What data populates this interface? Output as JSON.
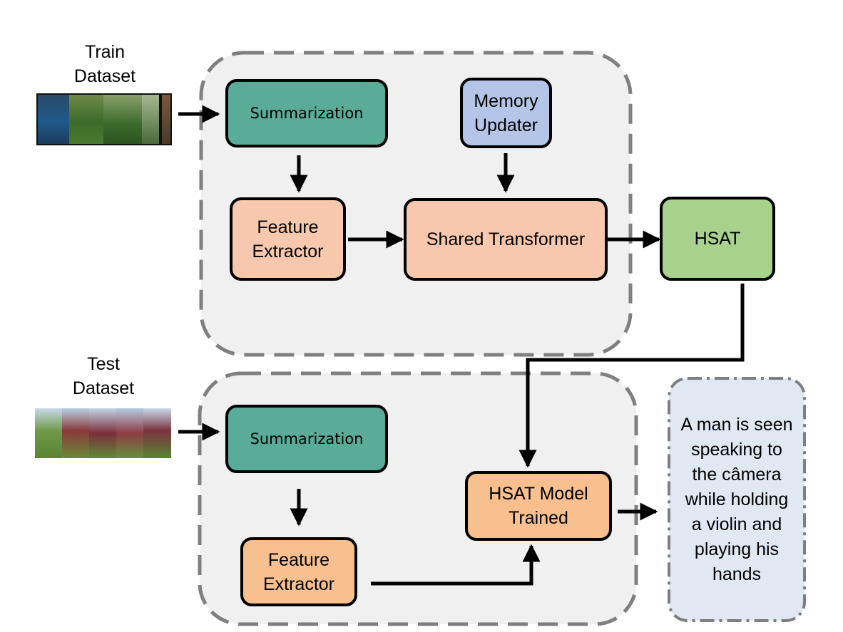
{
  "train": {
    "label_line1": "Train",
    "label_line2": "Dataset"
  },
  "test": {
    "label_line1": "Test",
    "label_line2": "Dataset"
  },
  "nodes": {
    "train_summarization": "Summarization",
    "memory_updater_line1": "Memory",
    "memory_updater_line2": "Updater",
    "train_feature_line1": "Feature",
    "train_feature_line2": "Extractor",
    "shared_transformer": "Shared Transformer",
    "hsat": "HSAT",
    "test_summarization": "Summarization",
    "test_feature_line1": "Feature",
    "test_feature_line2": "Extractor",
    "hsat_trained_line1": "HSAT Model",
    "hsat_trained_line2": "Trained"
  },
  "output_caption": [
    "A man is seen",
    "speaking to",
    "the câmera",
    "while holding",
    "a violin and",
    "playing his",
    "hands"
  ],
  "colors": {
    "panel_fill": "#f0f0f0",
    "panel_border": "#7f7f7f",
    "teal": "#5aab97",
    "salmon": "#f7c8ad",
    "orange": "#f9c08f",
    "lilac": "#b4c5e7",
    "green": "#a9d18e",
    "caption_fill": "#dfe8f3"
  }
}
